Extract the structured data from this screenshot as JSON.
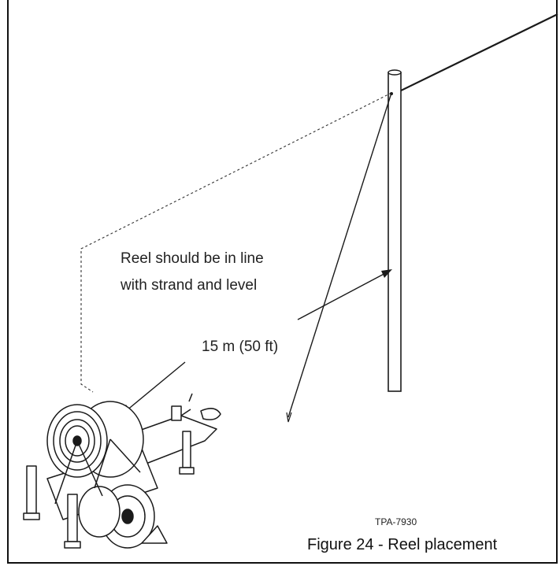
{
  "figure": {
    "annotation_line1": "Reel should be in line",
    "annotation_line2": "with strand and level",
    "distance_label": "15 m (50 ft)",
    "drawing_code": "TPA-7930",
    "caption": "Figure 24 - Reel placement"
  },
  "colors": {
    "line": "#1a1a1a",
    "text": "#222222",
    "background": "#ffffff"
  }
}
